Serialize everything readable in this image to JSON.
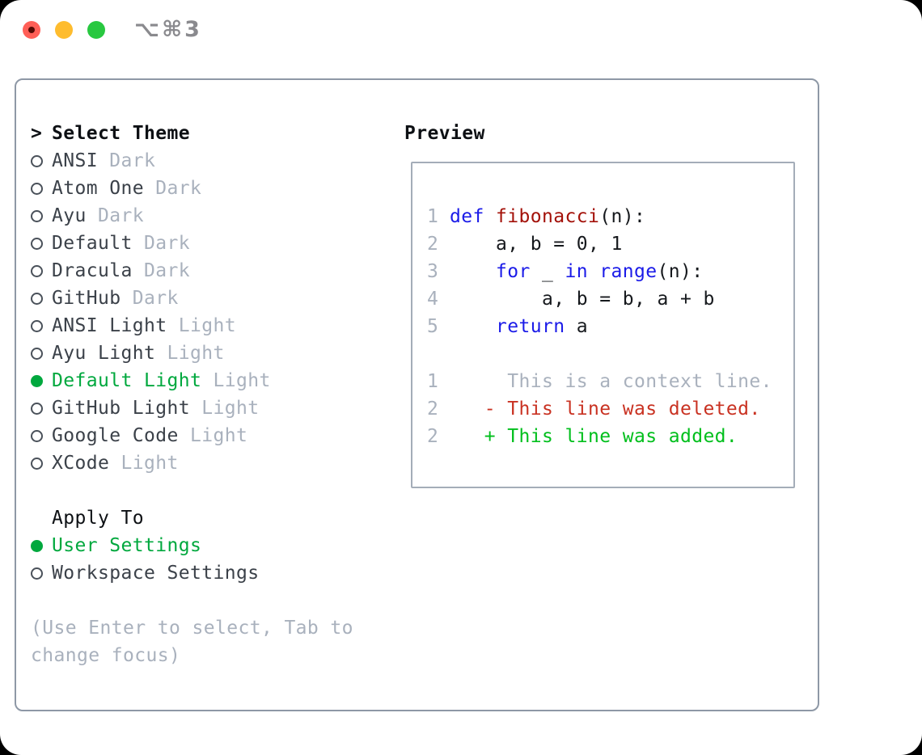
{
  "colors": {
    "accent_green": "#00a83e",
    "added_green": "#00bf1c",
    "deleted_red": "#c93222",
    "keyword_blue": "#1b1be8",
    "function_red": "#a31109",
    "muted_gray": "#a9b1bd",
    "text_dark": "#3b4149",
    "heading_black": "#0d1014",
    "border_gray": "#8e98a6",
    "preview_border_gray": "#a4adb8",
    "titlebar_gray": "#8a8a8e",
    "traffic_red": "#ff5f57",
    "traffic_yellow": "#febc2e",
    "traffic_green": "#28c840"
  },
  "titlebar": {
    "title": "⌥⌘3"
  },
  "theme_list": {
    "prompt": ">",
    "header": "Select Theme",
    "items": [
      {
        "name": "ANSI",
        "variant": "Dark",
        "selected": false
      },
      {
        "name": "Atom One",
        "variant": "Dark",
        "selected": false
      },
      {
        "name": "Ayu",
        "variant": "Dark",
        "selected": false
      },
      {
        "name": "Default",
        "variant": "Dark",
        "selected": false
      },
      {
        "name": "Dracula",
        "variant": "Dark",
        "selected": false
      },
      {
        "name": "GitHub",
        "variant": "Dark",
        "selected": false
      },
      {
        "name": "ANSI Light",
        "variant": "Light",
        "selected": false
      },
      {
        "name": "Ayu Light",
        "variant": "Light",
        "selected": false
      },
      {
        "name": "Default Light",
        "variant": "Light",
        "selected": true
      },
      {
        "name": "GitHub Light",
        "variant": "Light",
        "selected": false
      },
      {
        "name": "Google Code",
        "variant": "Light",
        "selected": false
      },
      {
        "name": "XCode",
        "variant": "Light",
        "selected": false
      }
    ]
  },
  "apply_to": {
    "header": "Apply To",
    "options": [
      {
        "label": "User Settings",
        "selected": true
      },
      {
        "label": "Workspace Settings",
        "selected": false
      }
    ]
  },
  "help": {
    "line1": "(Use Enter to select, Tab to",
    "line2": "change focus)"
  },
  "preview": {
    "header": "Preview",
    "lines": [
      {
        "kind": "code",
        "num": "1",
        "segments": [
          {
            "text": "def",
            "style": "kw"
          },
          {
            "text": " ",
            "style": "plain"
          },
          {
            "text": "fibonacci",
            "style": "fn"
          },
          {
            "text": "(n):",
            "style": "plain"
          }
        ]
      },
      {
        "kind": "code",
        "num": "2",
        "segments": [
          {
            "text": "    a, b = 0, 1",
            "style": "plain"
          }
        ]
      },
      {
        "kind": "code",
        "num": "3",
        "segments": [
          {
            "text": "    ",
            "style": "plain"
          },
          {
            "text": "for",
            "style": "kw"
          },
          {
            "text": " _ ",
            "style": "plain"
          },
          {
            "text": "in",
            "style": "kw"
          },
          {
            "text": " ",
            "style": "plain"
          },
          {
            "text": "range",
            "style": "kw"
          },
          {
            "text": "(n):",
            "style": "plain"
          }
        ]
      },
      {
        "kind": "code",
        "num": "4",
        "segments": [
          {
            "text": "        a, b = b, a + b",
            "style": "plain"
          }
        ]
      },
      {
        "kind": "code",
        "num": "5",
        "segments": [
          {
            "text": "    ",
            "style": "plain"
          },
          {
            "text": "return",
            "style": "kw"
          },
          {
            "text": " a",
            "style": "plain"
          }
        ]
      },
      {
        "kind": "blank",
        "num": "",
        "segments": []
      },
      {
        "kind": "context",
        "num": "1",
        "segments": [
          {
            "text": "     This is a context line.",
            "style": "ctx"
          }
        ]
      },
      {
        "kind": "deleted",
        "num": "2",
        "segments": [
          {
            "text": "   - This line was deleted.",
            "style": "del"
          }
        ]
      },
      {
        "kind": "added",
        "num": "2",
        "segments": [
          {
            "text": "   + This line was added.",
            "style": "add"
          }
        ]
      }
    ]
  }
}
